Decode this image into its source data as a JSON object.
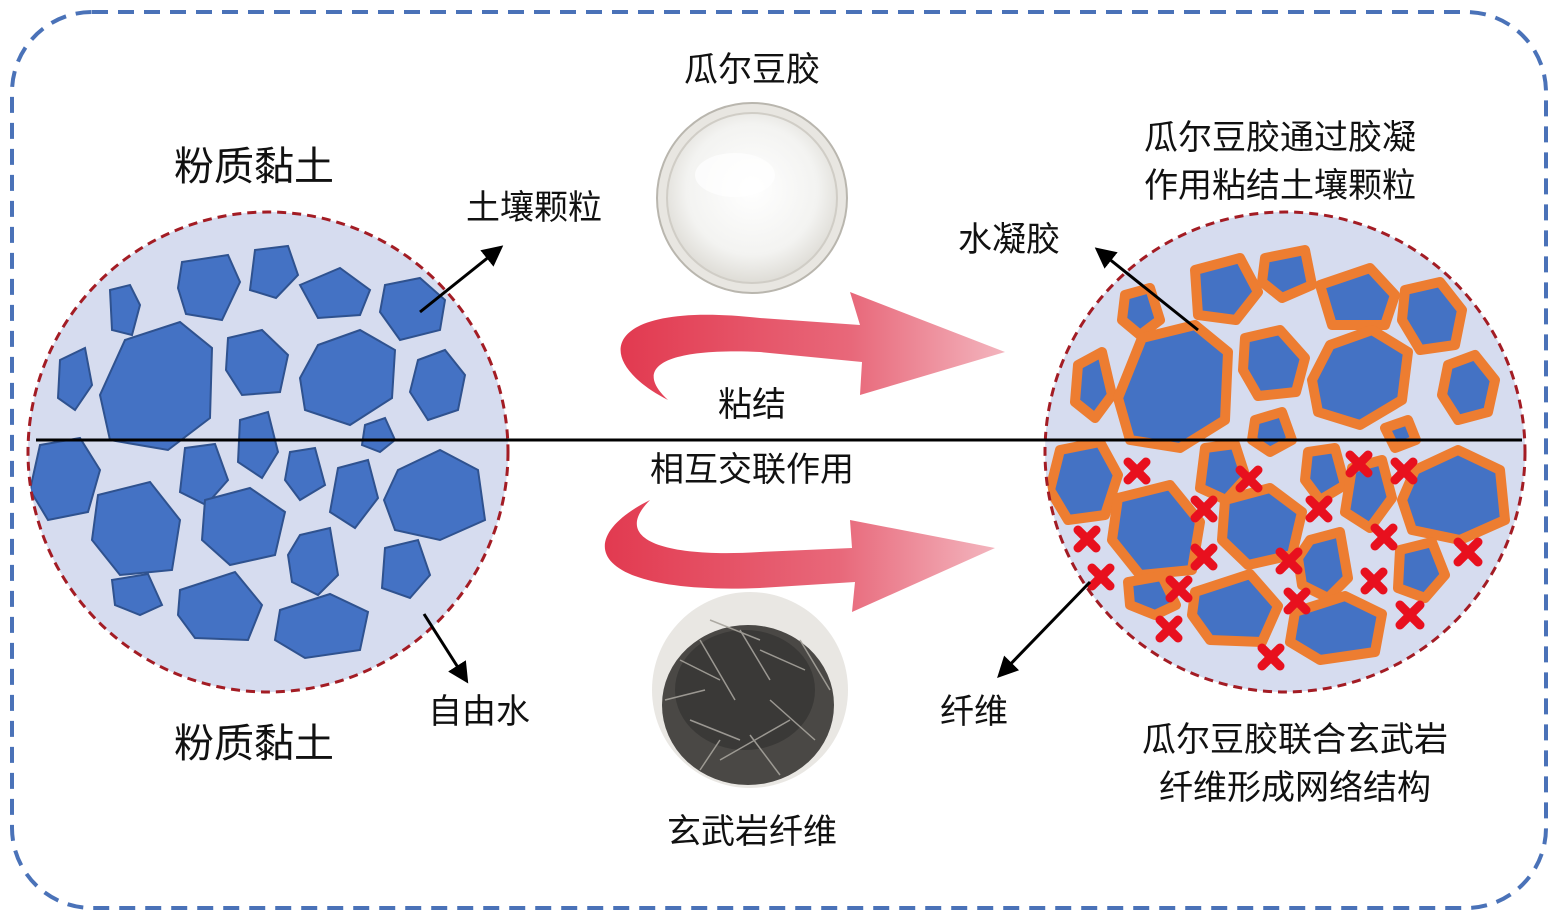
{
  "labels": {
    "guar_gum": "瓜尔豆胶",
    "silty_clay_top": "粉质黏土",
    "soil_particles": "土壤颗粒",
    "silty_clay_bottom": "粉质黏土",
    "free_water": "自由水",
    "bonding": "粘结",
    "crosslinking": "相互交联作用",
    "basalt_fiber": "玄武岩纤维",
    "hydrogel": "水凝胶",
    "fiber": "纤维",
    "right_top_line1": "瓜尔豆胶通过胶凝",
    "right_top_line2": "作用粘结土壤颗粒",
    "right_bottom_line1": "瓜尔豆胶联合玄武岩",
    "right_bottom_line2": "纤维形成网络结构"
  },
  "colors": {
    "frame_dash": "#4a72b8",
    "circle_fill": "#d6dcef",
    "circle_border": "#a31c24",
    "particle_fill": "#4472c4",
    "particle_stroke": "#2f528f",
    "gel_coat": "#ed7d31",
    "crosslink": "#e8101e",
    "arrow_red": "#e0354c",
    "divider": "#000000"
  },
  "icons": {
    "powder_dish": "guar-gum-powder-image",
    "fiber_pile": "basalt-fiber-image"
  }
}
